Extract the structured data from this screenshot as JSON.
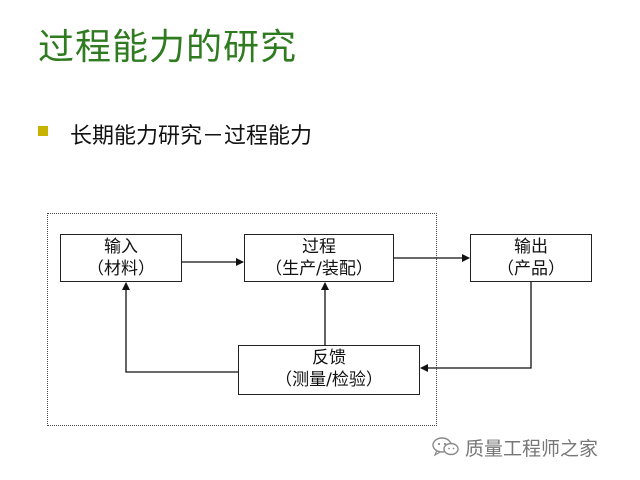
{
  "slide": {
    "title": "过程能力的研究",
    "bullet": "长期能力研究－过程能力",
    "accent_color": "#2f7b20",
    "bullet_color": "#c7b300"
  },
  "diagram": {
    "nodes": {
      "input": {
        "line1": "输入",
        "line2": "（材料）"
      },
      "process": {
        "line1": "过程",
        "line2": "（生产/装配）"
      },
      "output": {
        "line1": "输出",
        "line2": "（产品）"
      },
      "feedback": {
        "line1": "反馈",
        "line2": "（测量/检验）"
      }
    },
    "edges": [
      {
        "from": "input",
        "to": "process"
      },
      {
        "from": "process",
        "to": "output"
      },
      {
        "from": "output",
        "to": "feedback"
      },
      {
        "from": "feedback",
        "to": "process"
      },
      {
        "from": "feedback",
        "to": "input"
      }
    ]
  },
  "watermark": {
    "text": "质量工程师之家",
    "icon": "wechat-icon"
  }
}
